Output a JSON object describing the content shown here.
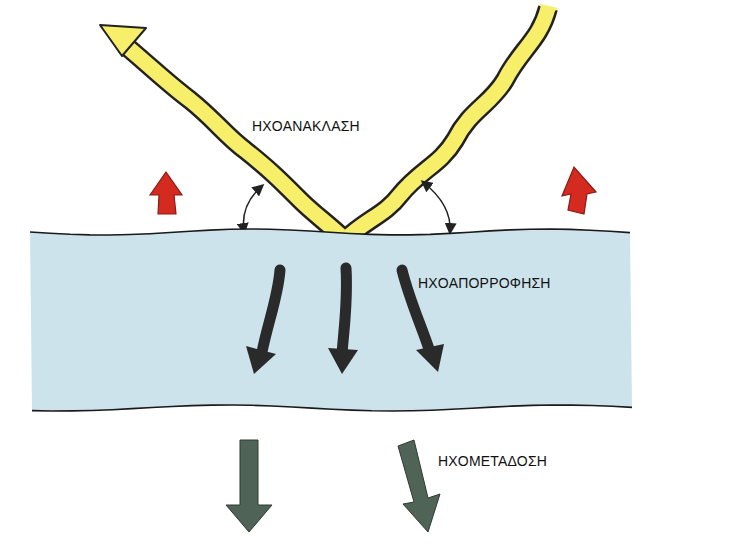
{
  "diagram": {
    "nodes": [
      {
        "text": [
          "ΗΧΟΑΠΟΡΡΟΦΗΣΗ"
        ]
      }
    ],
    "labels": [
      "ΗΧΟΑΝΑΚΛΑΣΗ",
      "ΗΧΟΜΕΤΑΔΟΣΗ"
    ]
  }
}
